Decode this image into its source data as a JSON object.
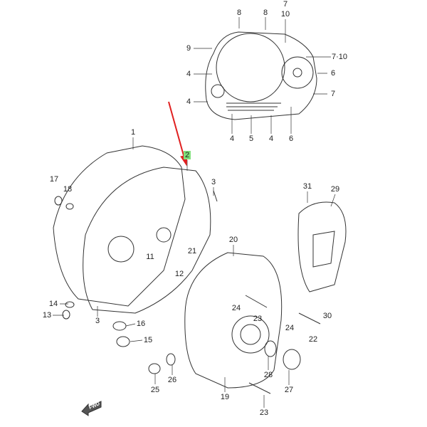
{
  "diagram": {
    "callouts": {
      "top_cover": [
        "8",
        "8",
        "7",
        "10",
        "9",
        "7·10",
        "4",
        "6",
        "4",
        "7",
        "4",
        "5",
        "4",
        "6"
      ],
      "main": [
        "1",
        "2",
        "3",
        "17",
        "18",
        "31",
        "29",
        "20",
        "11",
        "21",
        "12",
        "14",
        "13",
        "3",
        "16",
        "15",
        "24",
        "23",
        "30",
        "24",
        "22",
        "28",
        "26",
        "25",
        "27",
        "19",
        "23"
      ]
    },
    "highlighted_callout": "2",
    "direction_marker": "FWD",
    "colors": {
      "line": "#333333",
      "highlight": "#7fe07a",
      "arrow": "#e02020"
    }
  }
}
